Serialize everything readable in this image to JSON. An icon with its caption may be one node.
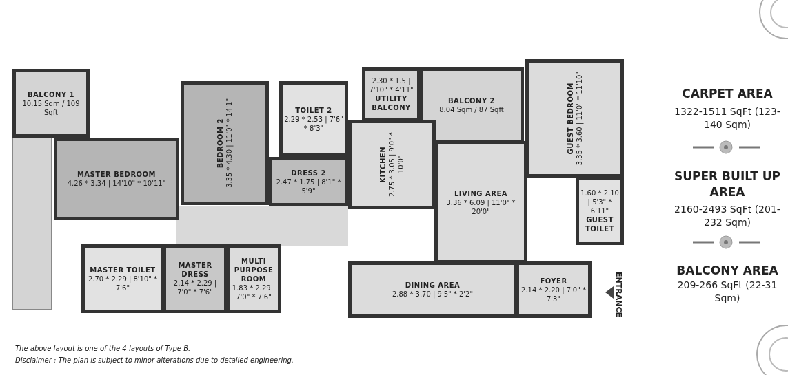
{
  "diagram": {
    "nodes": [
      {
        "text": [
          "BALCONY 1",
          "10.15 Sqm / 109 Sqft"
        ]
      },
      {
        "text": [
          "MASTER BEDROOM",
          "4.26 * 3.34 | 14'10\" * 10'11\""
        ]
      },
      {
        "text": [
          "BEDROOM 2",
          "3.35 * 4.30 | 11'0\" * 14'1\""
        ]
      },
      {
        "text": [
          "TOILET 2",
          "2.29 * 2.53 | 7'6\" * 8'3\""
        ]
      },
      {
        "text": [
          "DRESS 2",
          "2.47 * 1.75 | 8'1\" * 5'9\""
        ]
      },
      {
        "text": [
          "2.30 * 1.5 | 7'10\" * 4'11\"",
          "UTILITY BALCONY"
        ]
      },
      {
        "text": [
          "BALCONY 2",
          "8.04 Sqm / 87 Sqft"
        ]
      },
      {
        "text": [
          "KITCHEN",
          "2.75 * 3.05 | 9'0\" * 10'0\""
        ]
      },
      {
        "text": [
          "GUEST BEDROOM",
          "3.35 * 3.60 | 11'0\" * 11'10\""
        ]
      },
      {
        "text": [
          "1.60 * 2.10 | 5'3\" * 6'11\"",
          "GUEST TOILET"
        ]
      },
      {
        "text": [
          "LIVING AREA",
          "3.36 * 6.09 | 11'0\" * 20'0\""
        ]
      },
      {
        "text": [
          "MASTER TOILET",
          "2.70 * 2.29 | 8'10\" * 7'6\""
        ]
      },
      {
        "text": [
          "MASTER DRESS",
          "2.14 * 2.29 | 7'0\" * 7'6\""
        ]
      },
      {
        "text": [
          "MULTI PURPOSE ROOM",
          "1.83 * 2.29 | 7'0\" * 7'6\""
        ]
      },
      {
        "text": [
          "DINING AREA",
          "2.88 * 3.70 | 9'5\" * 2'2\""
        ]
      },
      {
        "text": [
          "FOYER",
          "2.14 * 2.20 | 7'0\" * 7'3\""
        ]
      }
    ],
    "labels": [
      "ENTRANCE",
      "CARPET AREA",
      "1322-1511 SqFt (123-140 Sqm)",
      "SUPER BUILT UP AREA",
      "2160-2493 SqFt (201-232 Sqm)",
      "BALCONY AREA",
      "209-266 SqFt (22-31 Sqm)",
      "The above layout is one of the 4 layouts of Type B.",
      "Disclaimer : The plan is subject to minor alterations due to detailed engineering."
    ]
  }
}
